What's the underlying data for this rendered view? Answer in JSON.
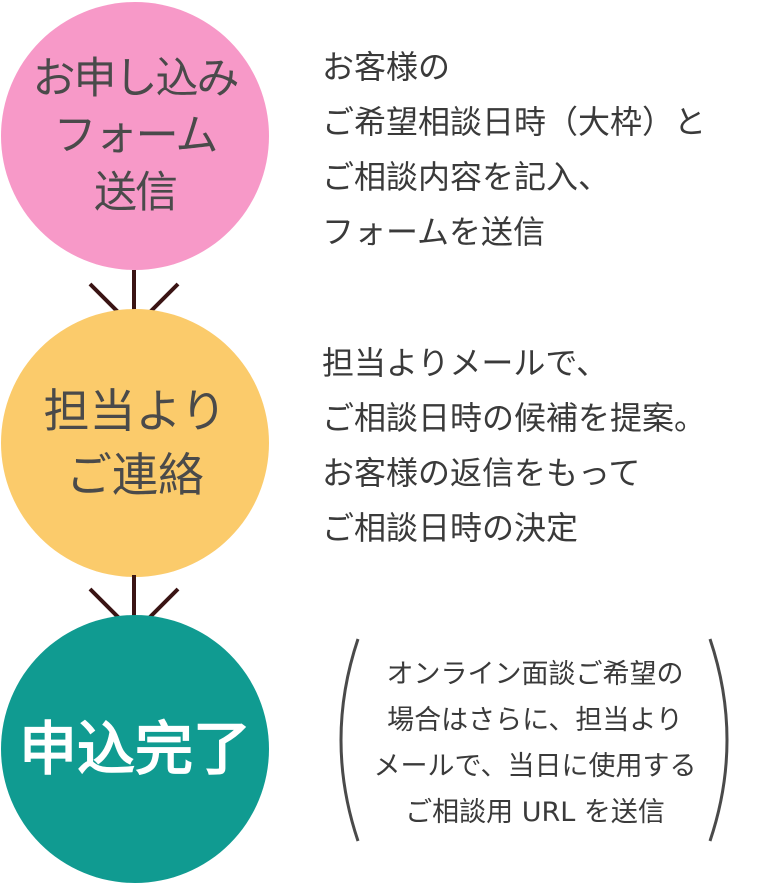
{
  "steps": [
    {
      "circle_lines": [
        "お申し込み",
        "フォーム",
        "送信"
      ],
      "color": "#f799c8"
    },
    {
      "circle_lines": [
        "担当より",
        "ご連絡"
      ],
      "color": "#fbcb6b"
    },
    {
      "circle_lines": [
        "申込完了"
      ],
      "color": "#109b91"
    }
  ],
  "descriptions": [
    [
      "お客様の",
      "ご希望相談日時（大枠）と",
      "ご相談内容を記入、",
      "フォームを送信"
    ],
    [
      "担当よりメールで、",
      "ご相談日時の候補を提案。",
      "お客様の返信をもって",
      "ご相談日時の決定"
    ]
  ],
  "note_lines": [
    "オンライン面談ご希望の",
    "場合はさらに、担当より",
    "メールで、当日に使用する",
    "ご相談用 URL を送信"
  ],
  "arrow_color": "#3a1414",
  "paren_color": "#4a4a4a"
}
